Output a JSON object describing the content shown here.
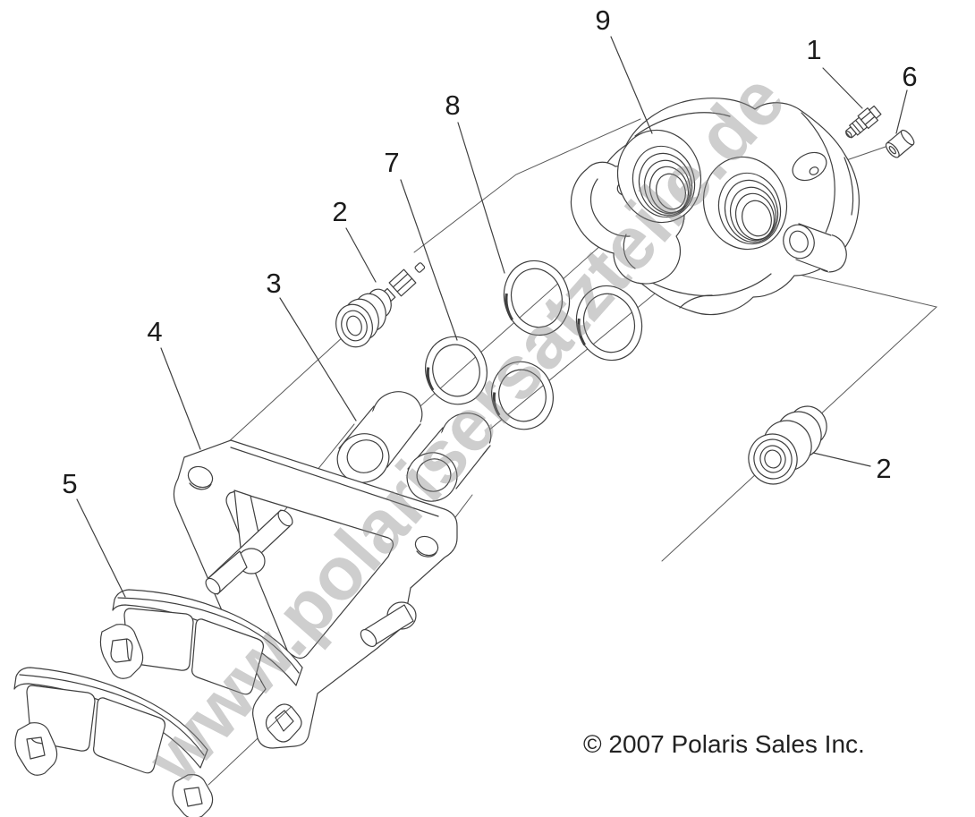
{
  "diagram": {
    "kind": "exploded-parts-diagram",
    "subject": "brake caliper assembly",
    "watermark": {
      "text": "www.polarisersatzteile.de",
      "color": "#8a8a8a",
      "opacity": 0.42,
      "rotation_deg": -48.5
    },
    "copyright": {
      "text": "© 2007 Polaris Sales Inc."
    },
    "colors": {
      "background": "#ffffff",
      "line": "#3f3f3f",
      "callout_text": "#1b1b1b"
    },
    "callouts": [
      {
        "label": "9"
      },
      {
        "label": "1"
      },
      {
        "label": "6"
      },
      {
        "label": "8"
      },
      {
        "label": "7"
      },
      {
        "label": "2"
      },
      {
        "label": "3"
      },
      {
        "label": "4"
      },
      {
        "label": "5"
      },
      {
        "label": "2"
      }
    ]
  }
}
